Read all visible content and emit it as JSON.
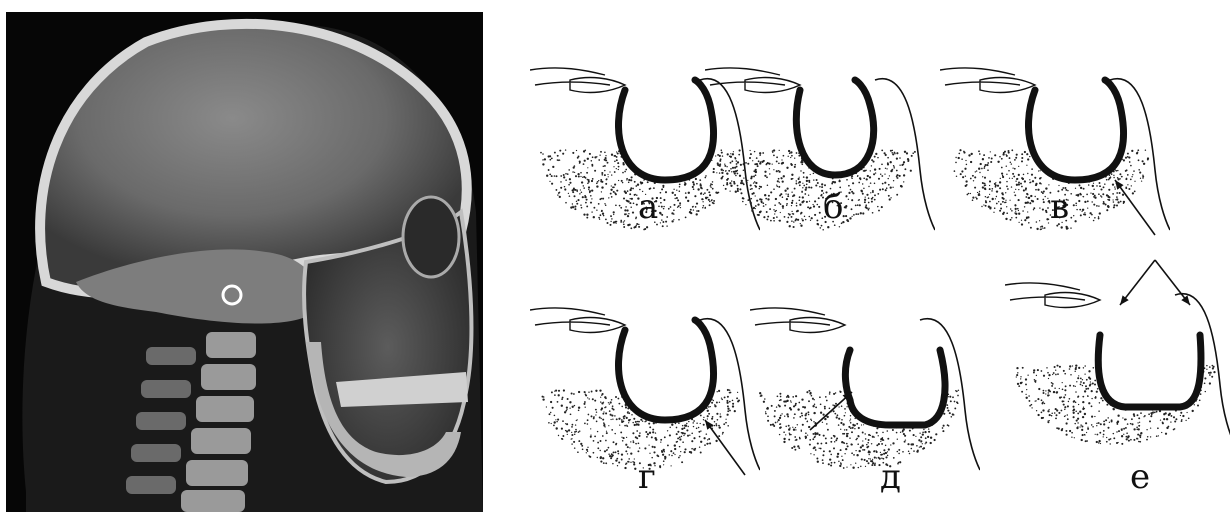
{
  "xray": {
    "icon": "skull-xray-image"
  },
  "panels": [
    {
      "label": "а",
      "variant": "normal"
    },
    {
      "label": "б",
      "variant": "narrow"
    },
    {
      "label": "в",
      "variant": "arrow-bottom"
    },
    {
      "label": "г",
      "variant": "arrow-bottom-wide"
    },
    {
      "label": "д",
      "variant": "arrow-left-notch"
    },
    {
      "label": "е",
      "variant": "two-arrows-top"
    }
  ]
}
